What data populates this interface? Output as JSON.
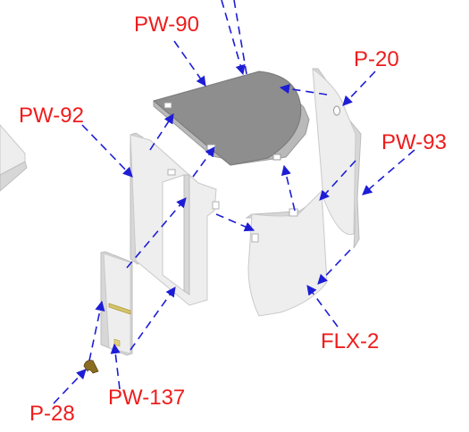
{
  "diagram": {
    "labels": {
      "pw90": "PW-90",
      "p20": "P-20",
      "pw92": "PW-92",
      "pw93": "PW-93",
      "flx2": "FLX-2",
      "pw137": "PW-137",
      "p28": "P-28"
    },
    "colors": {
      "label": "#ee1c1c",
      "arrow": "#1d1dd6",
      "panel": "#eeeeee",
      "top_panel": "#8e8e8e",
      "strip": "#d4c46a"
    }
  }
}
